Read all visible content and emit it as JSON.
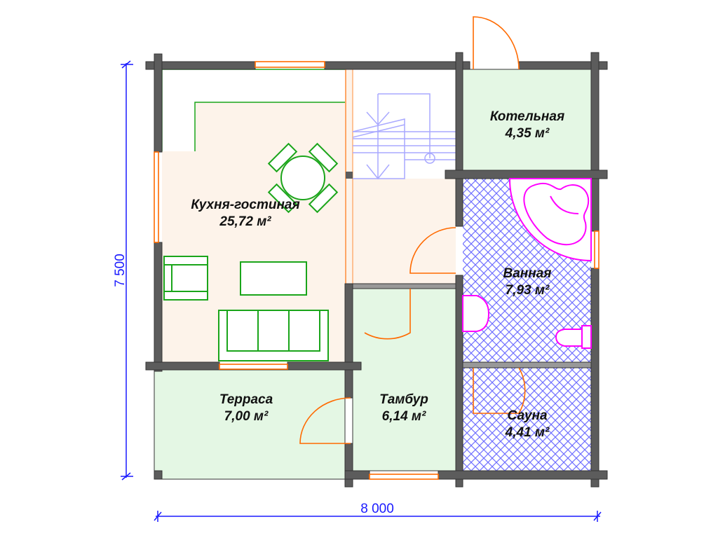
{
  "rooms": [
    {
      "name": "Кухня-гостиная",
      "area": "25,72 м²"
    },
    {
      "name": "Котельная",
      "area": "4,35 м²"
    },
    {
      "name": "Ванная",
      "area": "7,93 м²"
    },
    {
      "name": "Терраса",
      "area": "7,00 м²"
    },
    {
      "name": "Тамбур",
      "area": "6,14 м²"
    },
    {
      "name": "Сауна",
      "area": "4,41 м²"
    }
  ],
  "dimensions": {
    "height": "7 500",
    "width": "8 000"
  },
  "colors": {
    "wall": "#5c5c5c",
    "kitchen": "#fdf3ea",
    "green_room": "#e4f7e4",
    "hatch": "#7070ff",
    "door": "#ff6a00",
    "furniture": "#1aa51a",
    "sanitary": "#ff00ff",
    "dimension": "#1a1aff"
  }
}
